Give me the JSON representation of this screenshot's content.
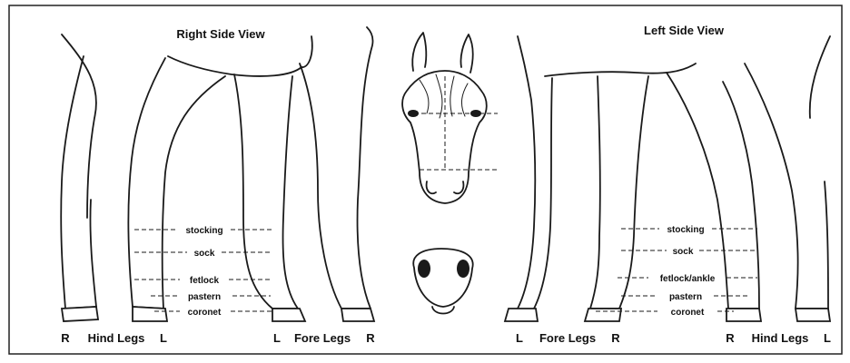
{
  "titles": {
    "right_side": "Right Side View",
    "left_side": "Left Side View"
  },
  "right_view": {
    "markings": [
      "stocking",
      "sock",
      "fetlock",
      "pastern",
      "coronet"
    ],
    "labels": {
      "r1": "R",
      "hind": "Hind Legs",
      "l1": "L",
      "l2": "L",
      "fore": "Fore Legs",
      "r2": "R"
    }
  },
  "left_view": {
    "markings": [
      "stocking",
      "sock",
      "fetlock/ankle",
      "pastern",
      "coronet"
    ],
    "labels": {
      "l1": "L",
      "fore": "Fore Legs",
      "r1": "R",
      "r2": "R",
      "hind": "Hind Legs",
      "l2": "L"
    }
  }
}
